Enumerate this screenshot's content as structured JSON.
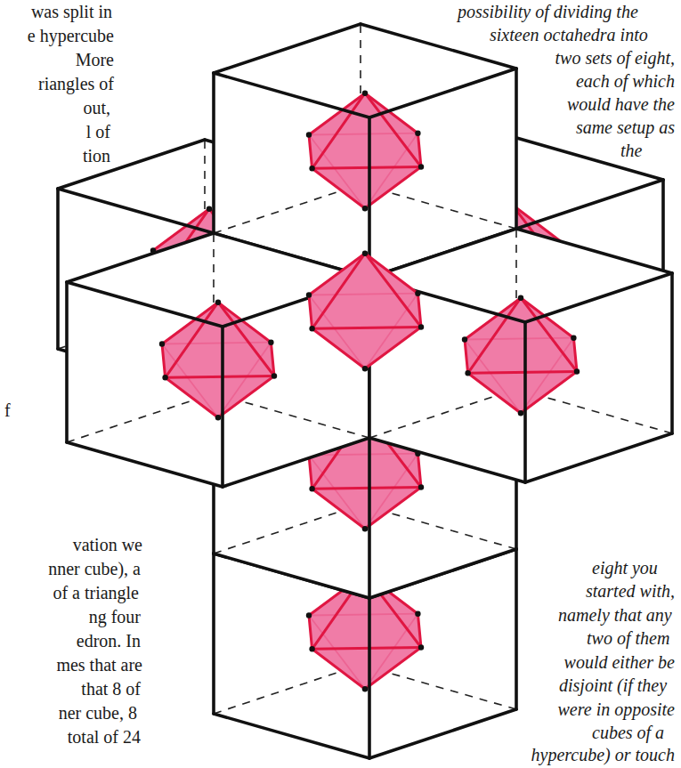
{
  "diagram": {
    "labels": [
      "was split in",
      "e hypercube",
      "More",
      "riangles of",
      "out,",
      "l of",
      "tion",
      "f",
      "vation we",
      "nner cube), a",
      "of a triangle",
      "ng four",
      "edron. In",
      "mes that are",
      "that 8 of",
      "ner cube, 8",
      "total of 24",
      "possibility of dividing the",
      "sixteen octahedra into",
      "two sets of eight,",
      "each of which",
      "would have the",
      "same setup as",
      "the",
      "eight you",
      "started with,",
      "namely that any",
      "two of them",
      "would either be",
      "disjoint (if they",
      "were in opposite",
      "cubes of a",
      "hypercube) or touch"
    ]
  }
}
